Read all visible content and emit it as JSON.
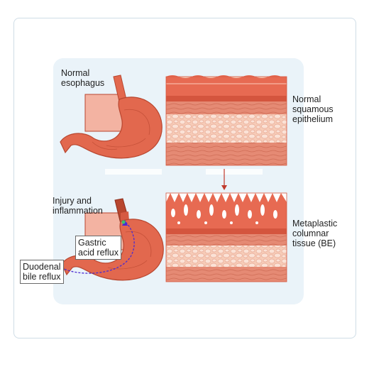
{
  "labels": {
    "normal_esophagus": "Normal\nesophagus",
    "normal_squamous": "Normal\nsquamous\nepithelium",
    "injury": "Injury and\ninflammation",
    "metaplastic": "Metaplastic\ncolumnar\ntissue (BE)",
    "gastric_reflux": "Gastric\nacid reflux",
    "duodenal_reflux": "Duodenal\nbile reflux"
  },
  "colors": {
    "stomach": "#e2684e",
    "stomach_dark": "#b8462f",
    "esophagus_light": "#f0a794",
    "epithelium": "#e76a52",
    "fat": "#f6cbb7",
    "muscle": "#e58a74",
    "arrow": "#c0392b",
    "reflux_path": "#4b2bd1"
  }
}
